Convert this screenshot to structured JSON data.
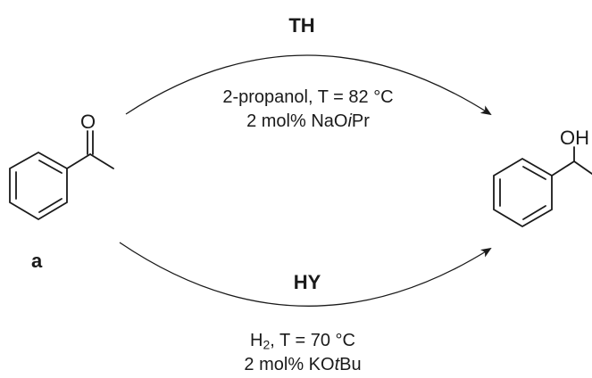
{
  "top_route": {
    "label": "TH",
    "solvent_temp": "2-propanol, T = 82 °C",
    "catalyst_prefix": "2 mol% NaO",
    "catalyst_italic": "i",
    "catalyst_suffix": "Pr"
  },
  "bottom_route": {
    "label": "HY",
    "gas_prefix": "H",
    "gas_subscript": "2",
    "gas_suffix": ", T = 70 °C",
    "catalyst_prefix": "2 mol% KO",
    "catalyst_italic": "t",
    "catalyst_suffix": "Bu"
  },
  "reactant": {
    "compound_label": "a",
    "atom_carbonyl_o": "O"
  },
  "product": {
    "atom_hydroxyl": "OH"
  }
}
